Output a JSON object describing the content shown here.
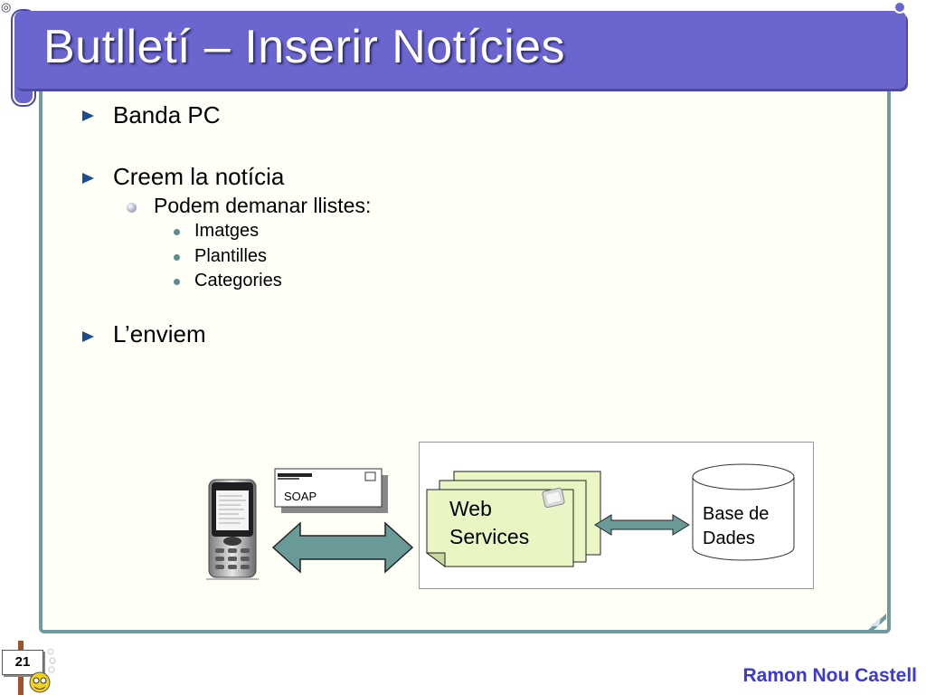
{
  "slide": {
    "title": "Butlletí – Inserir Notícies",
    "page_number": "21",
    "author": "Ramon Nou Castell"
  },
  "bullets": {
    "item1": "Banda PC",
    "item2": "Creem la notícia",
    "item2_sub": "Podem demanar llistes:",
    "item2_sub_items": [
      "Imatges",
      "Plantilles",
      "Categories"
    ],
    "item3": "L’enviem"
  },
  "diagram": {
    "envelope_label": "SOAP",
    "web_services_line1": "Web",
    "web_services_line2": "Services",
    "database_line1": "Base de",
    "database_line2": "Dades"
  },
  "colors": {
    "title_bar": "#6b65cf",
    "frame_border": "#6f9a9e",
    "arrow_fill": "#6a9a98",
    "web_services_fill": "#eaf5c4",
    "author_text": "#3a3ad0"
  }
}
